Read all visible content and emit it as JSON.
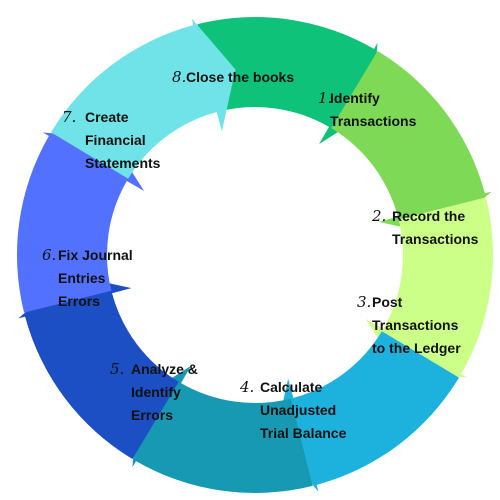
{
  "steps": [
    {
      "num": "1.",
      "lines": [
        "Identify",
        "Transactions"
      ],
      "color": "#6fe3e8"
    },
    {
      "num": "2.",
      "lines": [
        "Record the",
        "Transactions"
      ],
      "color": "#0fc27a"
    },
    {
      "num": "3.",
      "lines": [
        "Post",
        "Transactions",
        "to the Ledger"
      ],
      "color": "#7ed957"
    },
    {
      "num": "4.",
      "lines": [
        "Calculate",
        "Unadjusted",
        "Trial Balance"
      ],
      "color": "#ccff88"
    },
    {
      "num": "5.",
      "lines": [
        "Analyze &",
        "Identify",
        "Errors"
      ],
      "color": "#1db2dd"
    },
    {
      "num": "6.",
      "lines": [
        "Fix Journal",
        "Entries",
        "Errors"
      ],
      "color": "#1799b3"
    },
    {
      "num": "7.",
      "lines": [
        "Create",
        "Financial",
        "Statements"
      ],
      "color": "#1c4fc4"
    },
    {
      "num": "8.",
      "lines": [
        "Close the books"
      ],
      "color": "#5271ff"
    }
  ]
}
